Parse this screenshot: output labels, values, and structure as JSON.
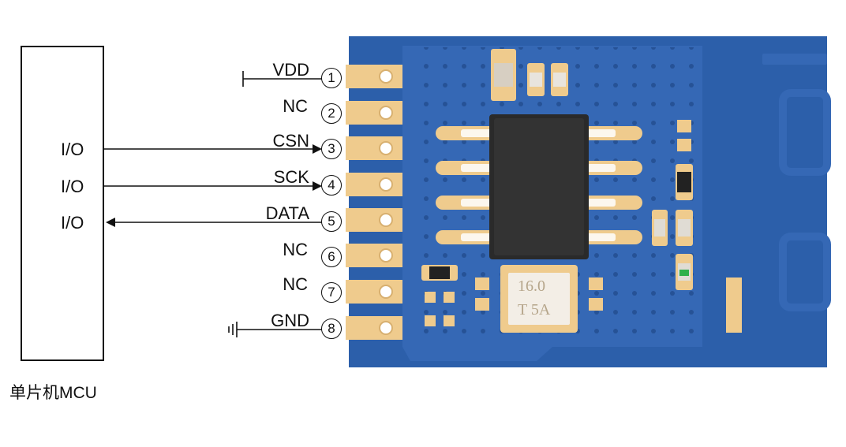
{
  "mcu": {
    "name": "单片机MCU",
    "io_labels": [
      "I/O",
      "I/O",
      "I/O"
    ]
  },
  "pins": [
    {
      "num": "1",
      "label": "VDD"
    },
    {
      "num": "2",
      "label": "NC"
    },
    {
      "num": "3",
      "label": "CSN"
    },
    {
      "num": "4",
      "label": "SCK"
    },
    {
      "num": "5",
      "label": "DATA"
    },
    {
      "num": "6",
      "label": "NC"
    },
    {
      "num": "7",
      "label": "NC"
    },
    {
      "num": "8",
      "label": "GND"
    }
  ],
  "crystal": {
    "line1": "16.0",
    "line2": "T 5A"
  },
  "colors": {
    "pcb": "#2c5faa",
    "pcb_dark": "#244f93",
    "pad_gold": "#efcb8d",
    "chip": "#2a2a2a",
    "ink": "#111111"
  }
}
